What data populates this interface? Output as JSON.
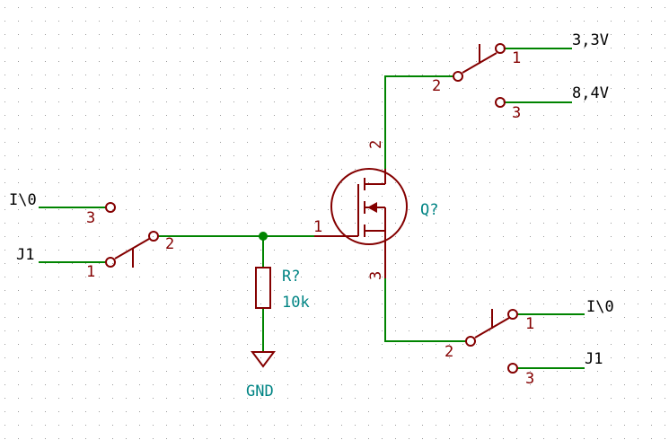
{
  "colors": {
    "background": "#ffffff",
    "grid": "#9a9a9a",
    "wire": "#008400",
    "symbol": "#840000",
    "ref": "#008484",
    "text": "#000000"
  },
  "left_switch": {
    "label_top": "I\\0",
    "label_bottom": "J1",
    "pin_top": "3",
    "pin_bottom": "1",
    "pin_common": "2"
  },
  "resistor": {
    "ref": "R?",
    "value": "10k"
  },
  "ground": {
    "label": "GND"
  },
  "mosfet": {
    "ref": "Q?",
    "pin_gate": "1",
    "pin_drain": "2",
    "pin_source": "3"
  },
  "top_switch": {
    "label_top": "3,3V",
    "label_bottom": "8,4V",
    "pin_top": "1",
    "pin_bottom": "3",
    "pin_common": "2"
  },
  "bottom_switch": {
    "label_top": "I\\0",
    "label_bottom": "J1",
    "pin_top": "1",
    "pin_bottom": "3",
    "pin_common": "2"
  }
}
